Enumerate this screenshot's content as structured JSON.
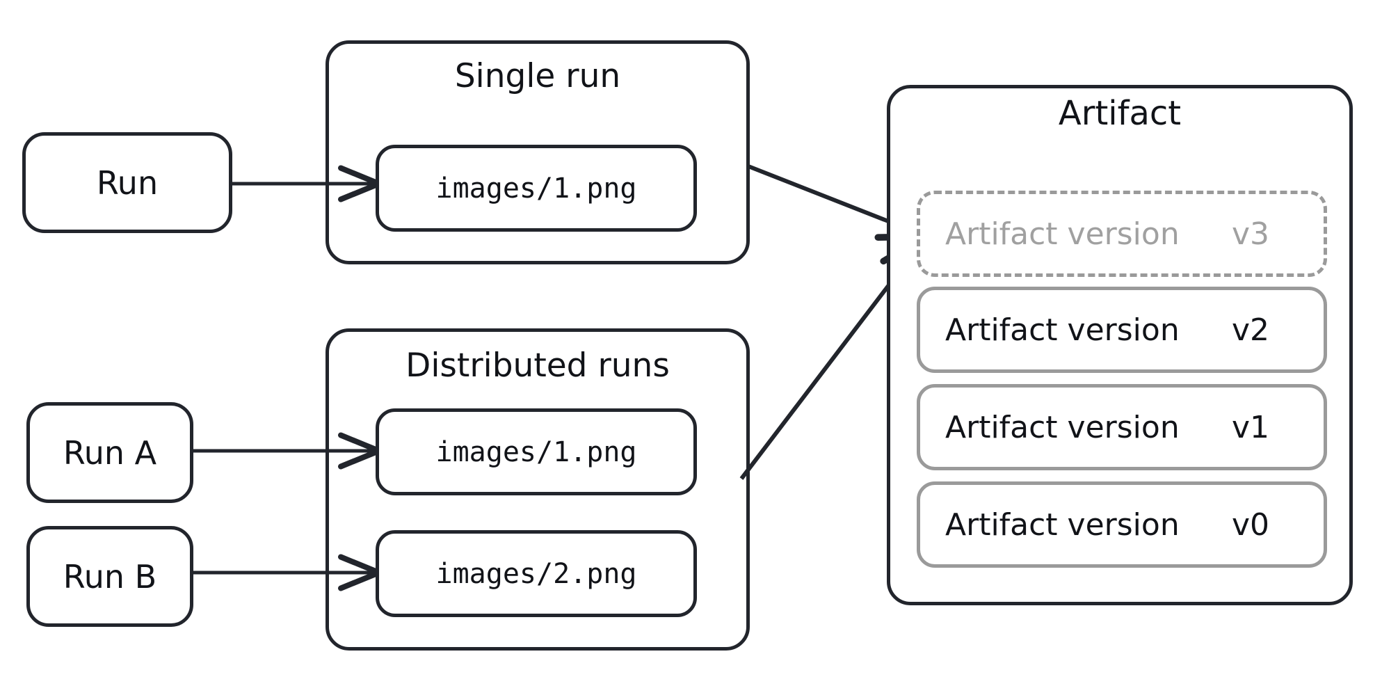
{
  "diagram": {
    "title_hidden": "",
    "colors": {
      "stroke_dark": "#22252c",
      "stroke_gray": "#9a9a9a",
      "text_dark": "#111318",
      "text_gray": "#a0a0a0",
      "background": "#ffffff"
    }
  },
  "single_run_group": {
    "title": "Single run",
    "run_node": {
      "label": "Run"
    },
    "files": [
      {
        "label": "images/1.png"
      }
    ]
  },
  "distributed_runs_group": {
    "title": "Distributed runs",
    "run_nodes": [
      {
        "label": "Run A"
      },
      {
        "label": "Run B"
      }
    ],
    "files": [
      {
        "label": "images/1.png"
      },
      {
        "label": "images/2.png"
      }
    ]
  },
  "artifact_panel": {
    "title": "Artifact",
    "versions": [
      {
        "name": "Artifact version",
        "tag": "v3",
        "style": "dashed",
        "state": "pending"
      },
      {
        "name": "Artifact version",
        "tag": "v2",
        "style": "solid",
        "state": "committed"
      },
      {
        "name": "Artifact version",
        "tag": "v1",
        "style": "solid",
        "state": "committed"
      },
      {
        "name": "Artifact version",
        "tag": "v0",
        "style": "solid",
        "state": "committed"
      }
    ]
  },
  "edges": [
    {
      "from": "Run",
      "to": "images/1.png",
      "kind": "arrow"
    },
    {
      "from": "Run A",
      "to": "images/1.png",
      "kind": "arrow"
    },
    {
      "from": "Run B",
      "to": "images/2.png",
      "kind": "arrow"
    },
    {
      "from": "Single run",
      "to": "Artifact version v3",
      "kind": "arrow"
    },
    {
      "from": "Distributed runs",
      "to": "Artifact version v3",
      "kind": "arrow"
    }
  ]
}
